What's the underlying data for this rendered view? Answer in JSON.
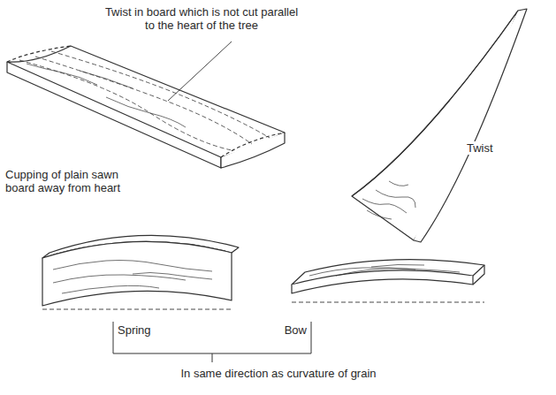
{
  "diagram": {
    "labels": [
      "Twist in board which is not cut parallel to the heart of the tree",
      "Cupping of plain sawn board away from heart",
      "Twist",
      "Spring",
      "Bow",
      "In same direction as curvature of grain"
    ]
  }
}
